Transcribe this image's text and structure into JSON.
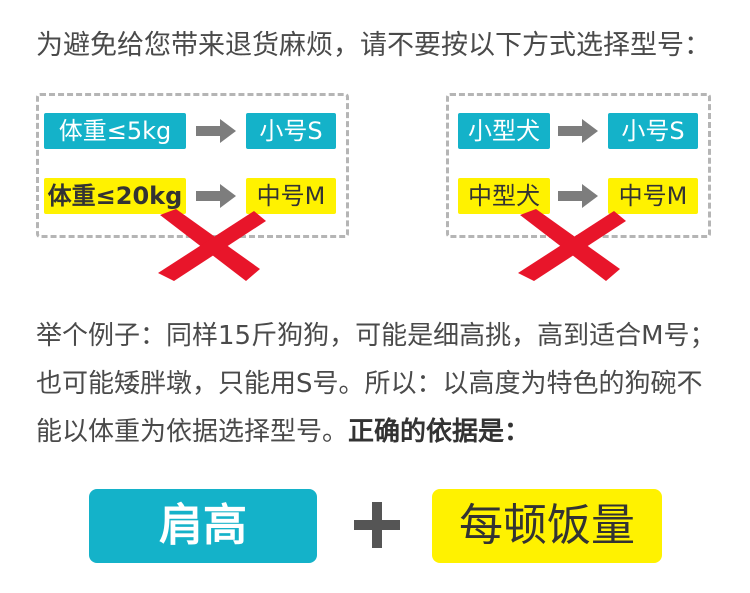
{
  "headline": "为避免给您带来退货麻烦，请不要按以下方式选择型号：",
  "left_box": {
    "row1": {
      "from": "体重≤5kg",
      "to": "小号S"
    },
    "row2": {
      "from": "体重≤20kg",
      "to": "中号M"
    }
  },
  "right_box": {
    "row1": {
      "from": "小型犬",
      "to": "小号S"
    },
    "row2": {
      "from": "中型犬",
      "to": "中号M"
    }
  },
  "paragraph": {
    "text": "举个例子：同样15斤狗狗，可能是细高挑，高到适合M号；也可能矮胖墩，只能用S号。所以：以高度为特色的狗碗不能以体重为依据选择型号。",
    "bold": "正确的依据是："
  },
  "formula": {
    "left": "肩高",
    "right": "每顿饭量"
  },
  "colors": {
    "blue": "#14b2c9",
    "yellow": "#fff200",
    "arrow_gray": "#7d7d7d",
    "cross_red": "#e8152a",
    "dash_gray": "#b5b5b5"
  },
  "icons": [
    "arrow-right-icon",
    "red-cross-icon",
    "plus-icon"
  ]
}
